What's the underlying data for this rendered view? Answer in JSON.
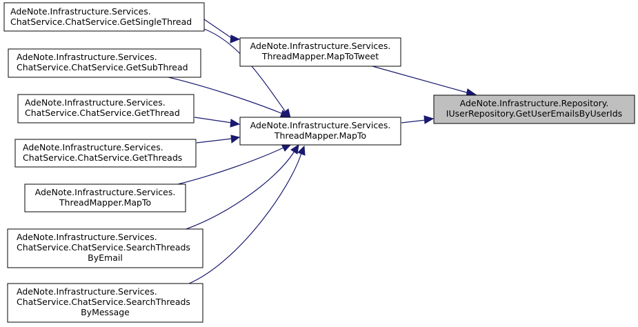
{
  "graph": {
    "colors": {
      "edge": "#191970",
      "node_border": "#000000",
      "focus_fill": "#bfbfbf",
      "node_fill": "#ffffff"
    },
    "nodes": [
      {
        "id": "target",
        "lines": [
          "AdeNote.Infrastructure.Repository.",
          "IUserRepository.GetUserEmailsByUserIds"
        ]
      },
      {
        "id": "maptotweet",
        "lines": [
          "AdeNote.Infrastructure.Services.",
          "ThreadMapper.MapToTweet"
        ]
      },
      {
        "id": "mapto_mid",
        "lines": [
          "AdeNote.Infrastructure.Services.",
          "ThreadMapper.MapTo"
        ]
      },
      {
        "id": "getsinglethread",
        "lines": [
          "AdeNote.Infrastructure.Services.",
          "ChatService.ChatService.GetSingleThread"
        ]
      },
      {
        "id": "getsubthread",
        "lines": [
          "AdeNote.Infrastructure.Services.",
          "ChatService.ChatService.GetSubThread"
        ]
      },
      {
        "id": "getthread",
        "lines": [
          "AdeNote.Infrastructure.Services.",
          "ChatService.ChatService.GetThread"
        ]
      },
      {
        "id": "getthreads",
        "lines": [
          "AdeNote.Infrastructure.Services.",
          "ChatService.ChatService.GetThreads"
        ]
      },
      {
        "id": "mapto_left",
        "lines": [
          "AdeNote.Infrastructure.Services.",
          "ThreadMapper.MapTo"
        ]
      },
      {
        "id": "searchbyemail",
        "lines": [
          "AdeNote.Infrastructure.Services.",
          "ChatService.ChatService.SearchThreads",
          "ByEmail"
        ]
      },
      {
        "id": "searchbymessage",
        "lines": [
          "AdeNote.Infrastructure.Services.",
          "ChatService.ChatService.SearchThreads",
          "ByMessage"
        ]
      }
    ]
  }
}
